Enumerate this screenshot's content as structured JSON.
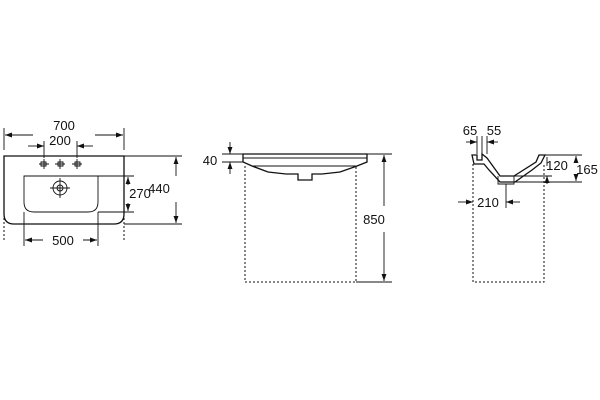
{
  "views": {
    "top": {
      "width_label": "700",
      "taps_label": "200",
      "depth_label": "440",
      "bowl_depth_label": "270",
      "bowl_width_label": "500"
    },
    "front": {
      "rim_label": "40",
      "height_label": "850"
    },
    "side": {
      "overflow_offset_label": "65",
      "overflow_gap_label": "55",
      "bowl_drop_label": "120",
      "total_drop_label": "165",
      "drain_offset_label": "210"
    }
  }
}
